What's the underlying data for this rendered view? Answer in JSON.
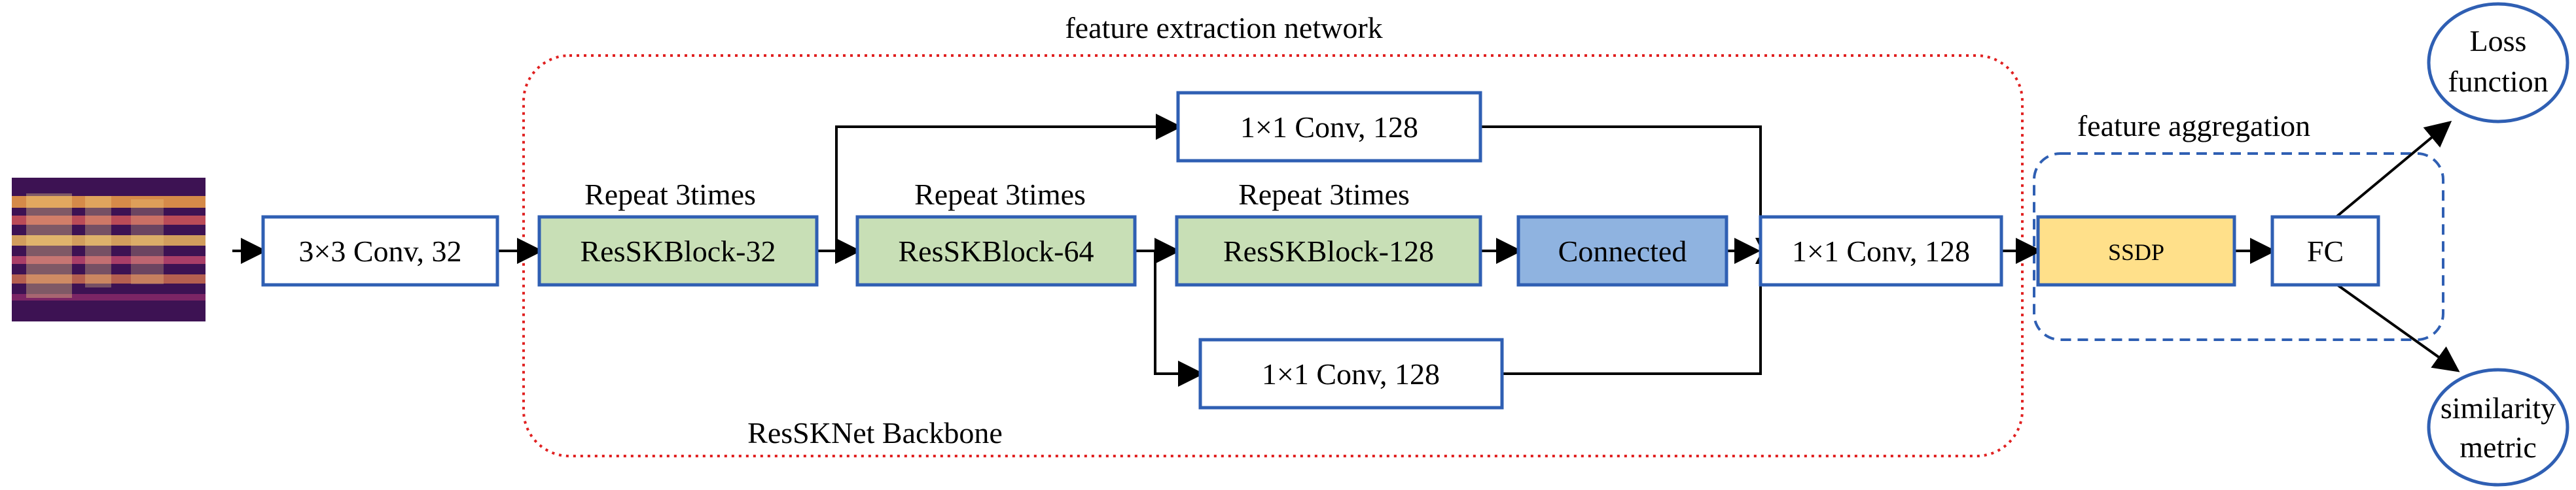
{
  "title": "feature extraction network",
  "backbone_label": "ResSKNet Backbone",
  "aggregation_label": "feature aggregation",
  "input_conv": "3×3 Conv, 32",
  "repeat_labels": [
    "Repeat 3times",
    "Repeat 3times",
    "Repeat 3times"
  ],
  "blocks": [
    "ResSKBlock-32",
    "ResSKBlock-64",
    "ResSKBlock-128"
  ],
  "connected": "Connected",
  "top_conv": "1×1 Conv, 128",
  "bottom_conv": "1×1 Conv, 128",
  "merge_conv": "1×1 Conv, 128",
  "ssdp": "SSDP",
  "fc": "FC",
  "outputs": {
    "loss_line1": "Loss",
    "loss_line2": "function",
    "sim_line1": "similarity",
    "sim_line2": "metric"
  },
  "colors": {
    "box_border": "#2f5fb3",
    "block_fill": "#c8dfb6",
    "connected_fill": "#8fb3e0",
    "ssdp_fill": "#ffe08a",
    "red_dotted": "#e02020",
    "blue_dashed": "#2f5fb3"
  }
}
